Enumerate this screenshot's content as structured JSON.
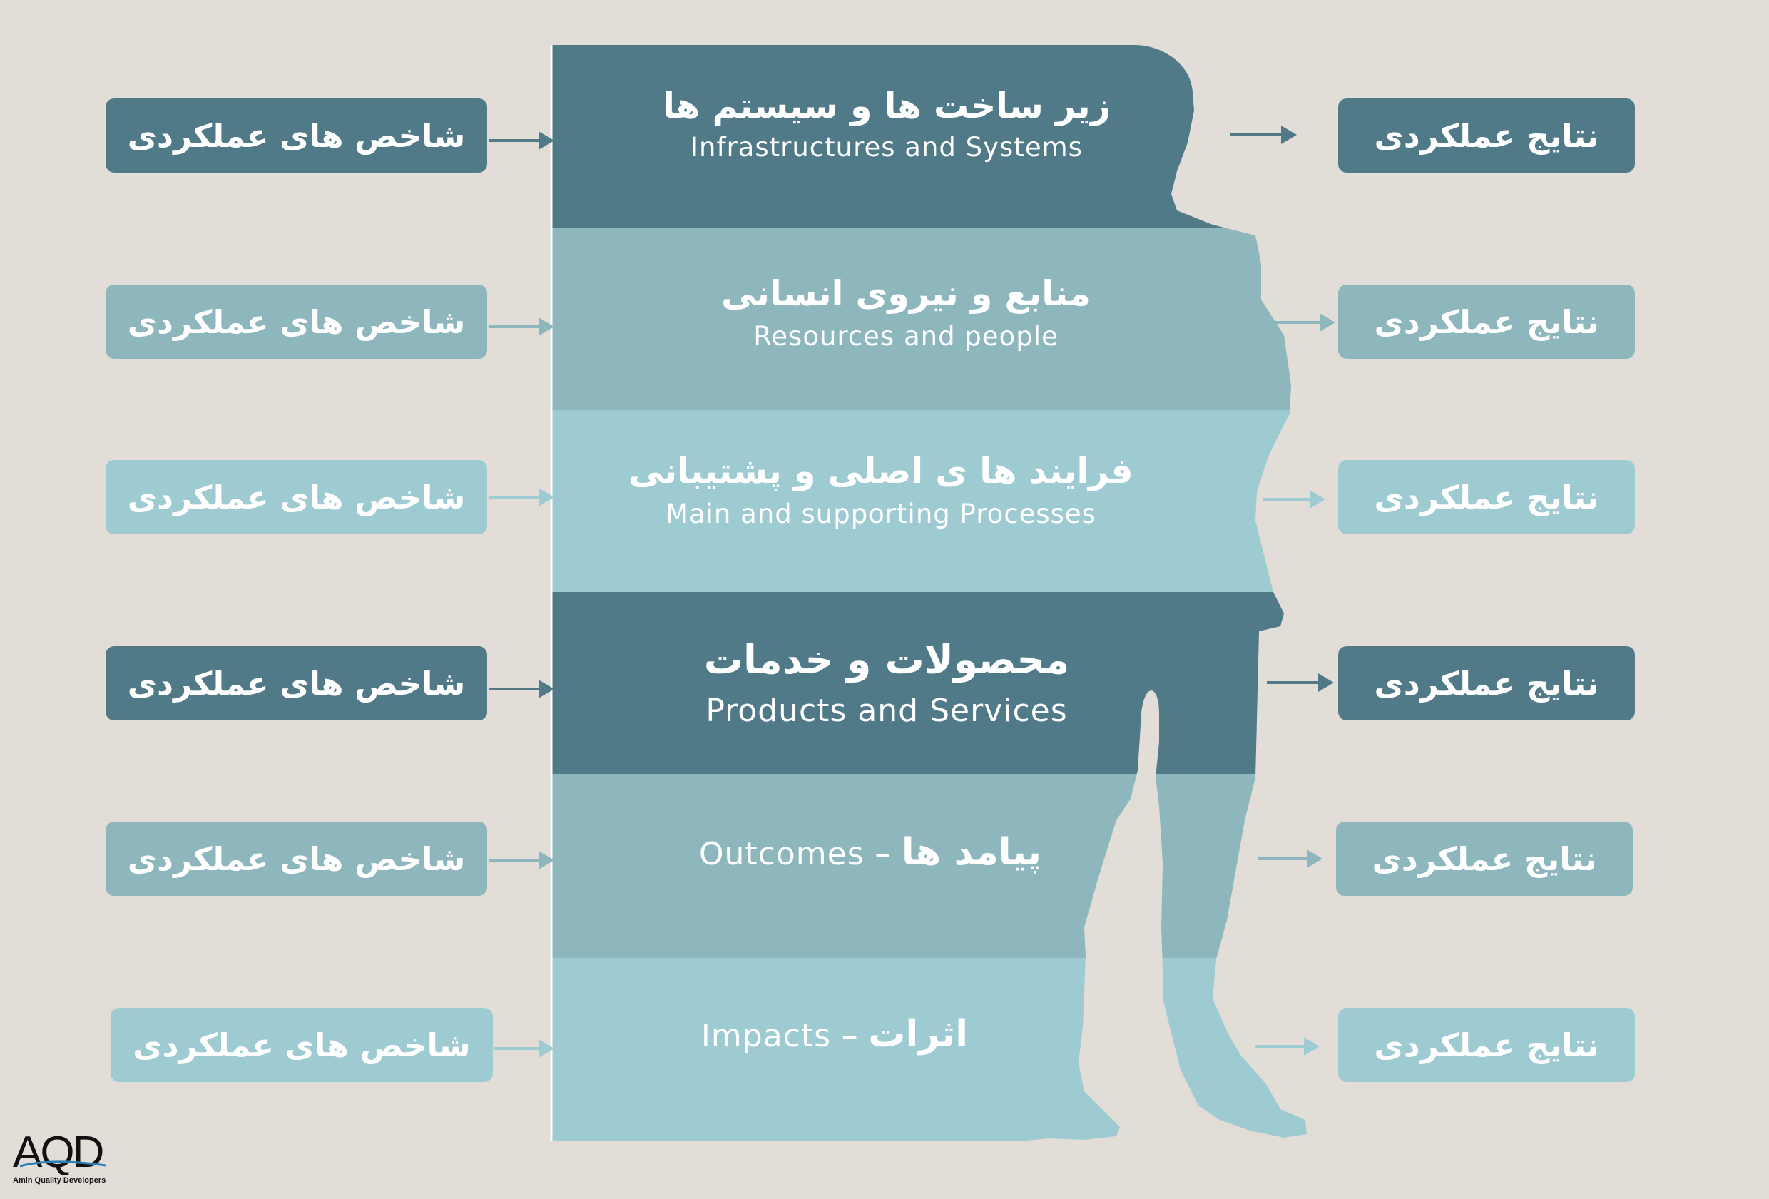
{
  "colors": {
    "background": "#e3ddd8",
    "dark": "#507a88",
    "mid": "#8db7bd",
    "light": "#9ecbd2",
    "text": "#ffffff"
  },
  "bands": [
    {
      "fa": "زیر ساخت ها و سیستم ها",
      "en": "Infrastructures and Systems",
      "tone": "dark"
    },
    {
      "fa": "منابع و نیروی انسانی",
      "en": "Resources and people",
      "tone": "mid"
    },
    {
      "fa": "فرایند ها ی اصلی و پشتیبانی",
      "en": "Main and supporting Processes",
      "tone": "light"
    },
    {
      "fa": "محصولات و خدمات",
      "en": "Products and Services",
      "tone": "dark"
    },
    {
      "fa": "پیامد ها",
      "en": "Outcomes",
      "tone": "mid"
    },
    {
      "fa": "اثرات",
      "en": "Impacts",
      "tone": "light"
    }
  ],
  "left_boxes": [
    "شاخص های عملکردی",
    "شاخص های عملکردی",
    "شاخص های عملکردی",
    "شاخص های عملکردی",
    "شاخص های عملکردی",
    "شاخص های عملکردی"
  ],
  "right_boxes": [
    "نتایج عملکردی",
    "نتایج عملکردی",
    "نتایج عملکردی",
    "نتایج عملکردی",
    "نتایج عملکردی",
    "نتایج عملکردی"
  ],
  "dash": "–",
  "logo": {
    "mark": "AQD",
    "subtitle": "Amin Quality Developers"
  }
}
